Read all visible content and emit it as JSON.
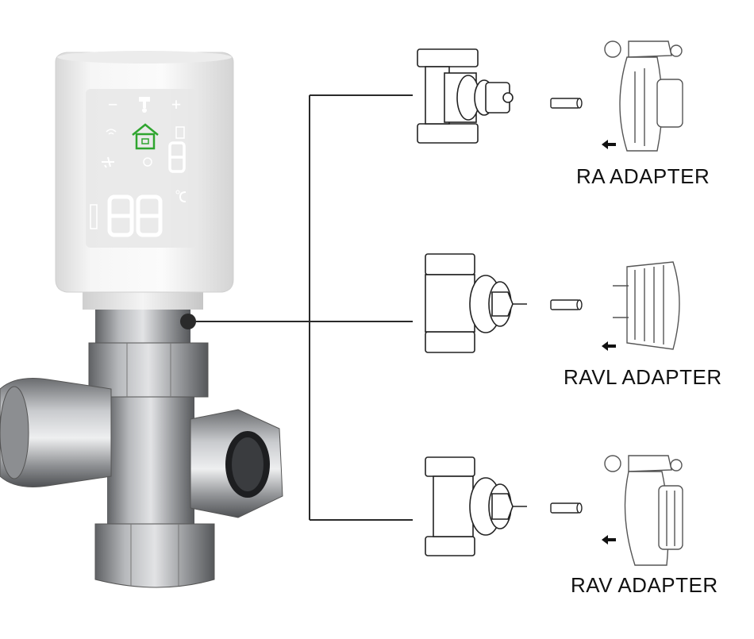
{
  "labels": {
    "ra": "RA ADAPTER",
    "ravl": "RAVL ADAPTER",
    "rav": "RAV ADAPTER"
  },
  "display": {
    "minus": "−",
    "plus": "+",
    "digits_big": "88",
    "digit_small": "8"
  },
  "colors": {
    "home_icon": "#2fa52f",
    "connector_line": "#2a2a2a",
    "thermostat_body": "#f3f3f3",
    "display_panel": "#eaeaea",
    "valve_metal": "#8e9093"
  },
  "icons": [
    "home-icon",
    "wifi-icon",
    "battery-icon",
    "plane-icon",
    "refresh-icon",
    "fan-icon",
    "drop-icon",
    "celsius-icon",
    "arrow-left-icon"
  ]
}
